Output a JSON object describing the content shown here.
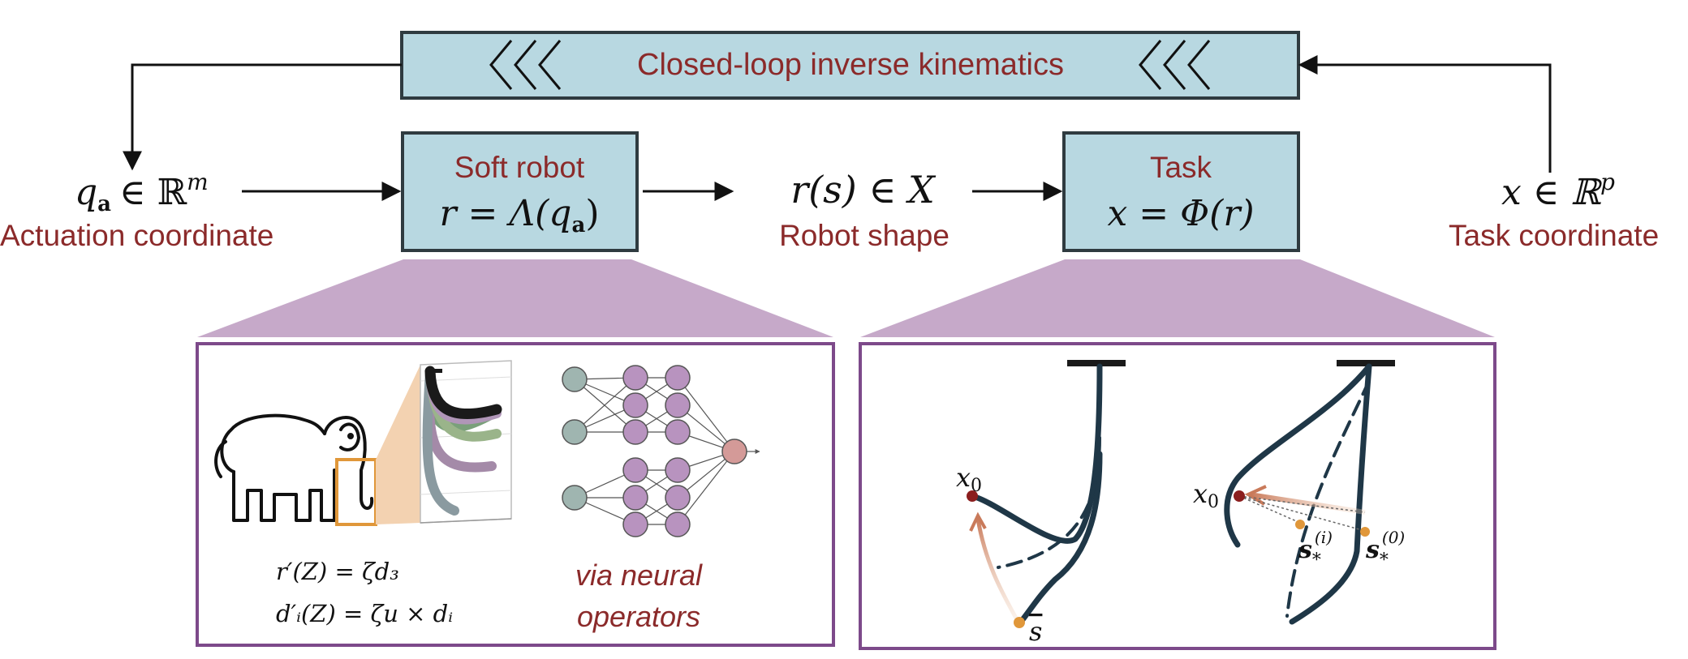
{
  "colors": {
    "box_fill": "#b8d8e1",
    "box_stroke": "#2f3b40",
    "accent_red": "#8b2a2a",
    "panel_border": "#7d4a8a",
    "panel_trapezoid": "#c6a9c9",
    "neuron_gray": "#9fb5b0",
    "neuron_purple": "#b893bf",
    "neuron_output": "#d49a98",
    "tube_dark": "#1f3747",
    "tip_orange": "#e0973a",
    "tip_red": "#8b1e1e"
  },
  "top_loop": {
    "label": "Closed-loop inverse kinematics",
    "chevrons": "<<<"
  },
  "actuation": {
    "math": "q_a ∈ ℝ^m",
    "math_var": "q",
    "math_sub": "a",
    "math_rel": "∈ ℝ",
    "math_sup": "m",
    "label": "Actuation coordinate"
  },
  "soft_robot_box": {
    "title": "Soft robot",
    "formula": "r = Λ(q_a)",
    "formula_main": "r = Λ(q",
    "formula_sub": "a",
    "formula_end": ")"
  },
  "robot_shape": {
    "math": "r(s) ∈ X",
    "label": "Robot shape"
  },
  "task_box": {
    "title": "Task",
    "formula": "x = Φ(r)"
  },
  "task_coord": {
    "math": "x ∈ ℝ^p",
    "math_rel": "x ∈ ℝ",
    "math_sup": "p",
    "label": "Task coordinate"
  },
  "left_panel": {
    "eq1": "r′(Z) = ζd₃",
    "eq2": "d′ᵢ(Z) = ζu × dᵢ",
    "caption_line1": "via neural",
    "caption_line2": "operators",
    "icons": [
      "elephant-icon",
      "neural-network-icon"
    ]
  },
  "right_panel": {
    "left_sub": {
      "x0": "x",
      "x0_sub": "0",
      "s_bar": "s"
    },
    "right_sub": {
      "x0": "x",
      "x0_sub": "0",
      "s_i": "s",
      "s_i_sub": "*",
      "s_i_sup": "(i)",
      "s_0": "s",
      "s_0_sub": "*",
      "s_0_sup": "(0)"
    }
  }
}
